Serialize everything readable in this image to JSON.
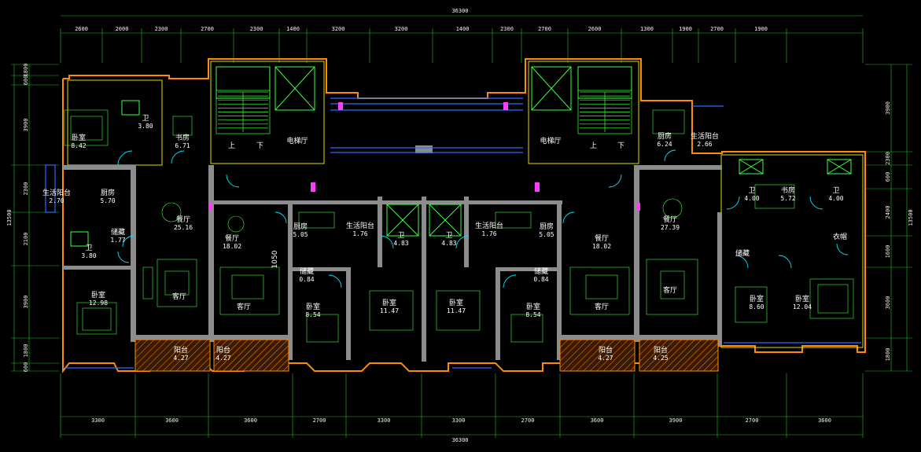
{
  "top_total": "36300",
  "bottom_total": "36300",
  "top_dims": [
    "2600",
    "2000",
    "2300",
    "2700",
    "2300",
    "1400",
    "3200",
    "3200",
    "1400",
    "2300",
    "2700",
    "2600",
    "1300",
    "1900",
    "2700",
    "1900"
  ],
  "bottom_dims": [
    "3300",
    "3600",
    "3600",
    "2700",
    "3300",
    "3300",
    "2700",
    "3600",
    "3900",
    "2700",
    "3600"
  ],
  "left_dims": [
    "1800",
    "600",
    "3900",
    "2300",
    "2100",
    "3900",
    "1800",
    "600"
  ],
  "left_total": "13500",
  "right_dims": [
    "3900",
    "2300",
    "600",
    "2400",
    "1600",
    "3600",
    "1800"
  ],
  "right_total": "13500",
  "marker_1050": "1050",
  "rooms": [
    {
      "name": "卧室",
      "area": "8.42"
    },
    {
      "name": "卫",
      "area": "3.80"
    },
    {
      "name": "书房",
      "area": "6.71"
    },
    {
      "name": "生活阳台",
      "area": "2.70"
    },
    {
      "name": "厨房",
      "area": "5.70"
    },
    {
      "name": "储藏",
      "area": "1.77"
    },
    {
      "name": "卫",
      "area": "3.80"
    },
    {
      "name": "卧室",
      "area": "12.98"
    },
    {
      "name": "餐厅",
      "area": "25.16"
    },
    {
      "name": "客厅",
      "area": ""
    },
    {
      "name": "阳台",
      "area": "4.27"
    },
    {
      "name": "电梯厅",
      "area": ""
    },
    {
      "name": "餐厅",
      "area": "18.02"
    },
    {
      "name": "客厅",
      "area": ""
    },
    {
      "name": "阳台",
      "area": "4.27"
    },
    {
      "name": "厨房",
      "area": "5.05"
    },
    {
      "name": "生活阳台",
      "area": "1.76"
    },
    {
      "name": "卫",
      "area": "4.83"
    },
    {
      "name": "储藏",
      "area": "0.84"
    },
    {
      "name": "卧室",
      "area": "8.54"
    },
    {
      "name": "卧室",
      "area": "11.47"
    },
    {
      "name": "卫",
      "area": "4.83"
    },
    {
      "name": "生活阳台",
      "area": "1.76"
    },
    {
      "name": "厨房",
      "area": "5.05"
    },
    {
      "name": "储藏",
      "area": "0.84"
    },
    {
      "name": "卧室",
      "area": "11.47"
    },
    {
      "name": "卧室",
      "area": "8.54"
    },
    {
      "name": "电梯厅",
      "area": ""
    },
    {
      "name": "餐厅",
      "area": "18.02"
    },
    {
      "name": "客厅",
      "area": ""
    },
    {
      "name": "阳台",
      "area": "4.27"
    },
    {
      "name": "厨房",
      "area": "6.24"
    },
    {
      "name": "生活阳台",
      "area": "2.66"
    },
    {
      "name": "餐厅",
      "area": "27.39"
    },
    {
      "name": "客厅",
      "area": ""
    },
    {
      "name": "阳台",
      "area": "4.25"
    },
    {
      "name": "卫",
      "area": "4.00"
    },
    {
      "name": "书房",
      "area": "5.72"
    },
    {
      "name": "卫",
      "area": "4.00"
    },
    {
      "name": "衣帽",
      "area": ""
    },
    {
      "name": "储藏",
      "area": ""
    },
    {
      "name": "卧室",
      "area": "8.60"
    },
    {
      "name": "卧室",
      "area": "12.04"
    }
  ],
  "labels": {
    "left_up": "上",
    "left_down": "下",
    "right_up": "上",
    "right_down": "下"
  }
}
